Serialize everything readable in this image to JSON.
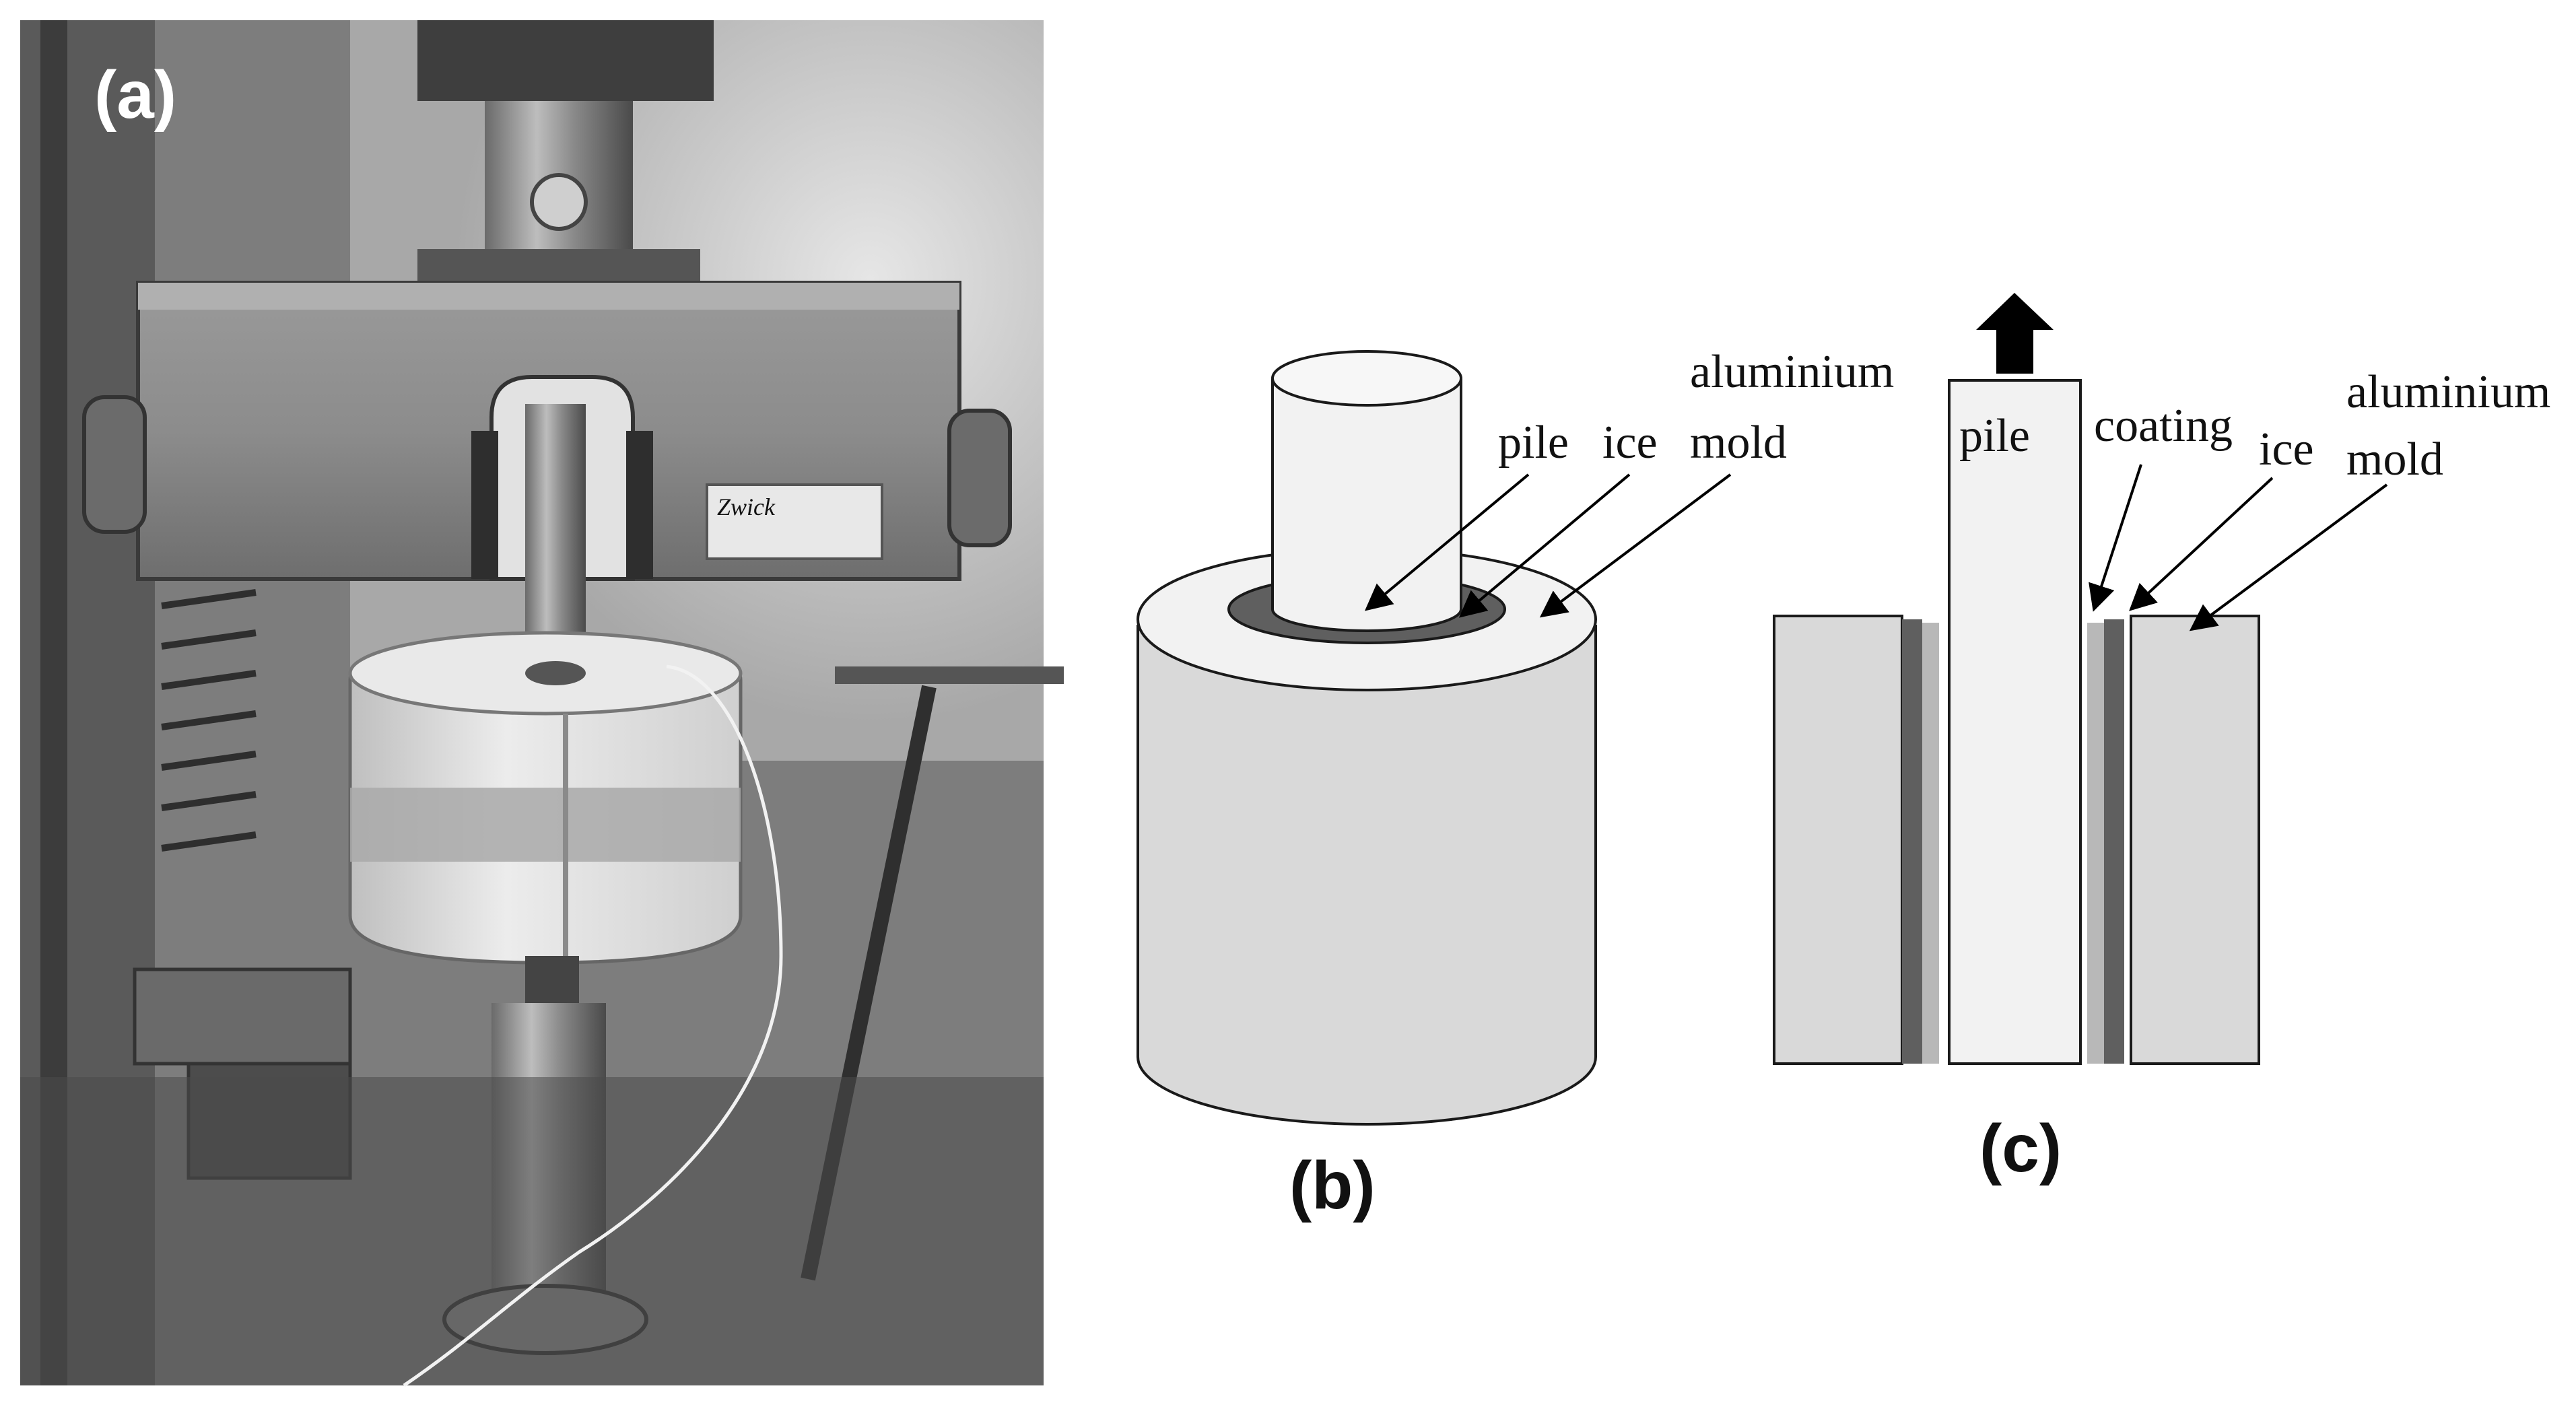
{
  "photo": {
    "panel_label": "(a)",
    "brand_label": "Zwick"
  },
  "diagram_b": {
    "panel_label": "(b)",
    "labels": {
      "pile": "pile",
      "ice": "ice",
      "mold_line1": "aluminium",
      "mold_line2": "mold"
    }
  },
  "diagram_c": {
    "panel_label": "(c)",
    "labels": {
      "pile": "pile",
      "coating": "coating",
      "ice": "ice",
      "mold_line1": "aluminium",
      "mold_line2": "mold"
    }
  },
  "colors": {
    "pile_fill": "#f2f2f2",
    "mold_fill": "#d9d9d9",
    "ice_fill": "#5f5f5f",
    "coating_fill": "#b8b8b8",
    "outline": "#1a1a1a",
    "arrow": "#000000"
  }
}
